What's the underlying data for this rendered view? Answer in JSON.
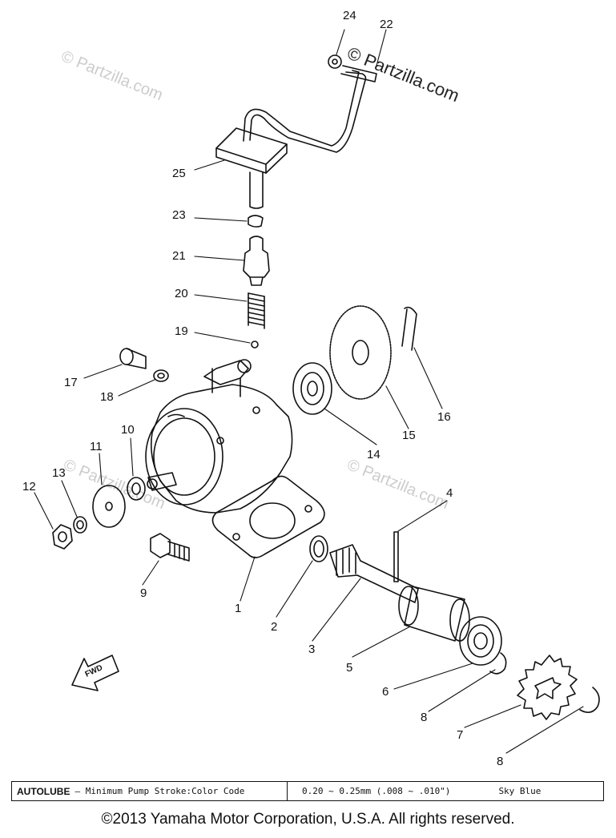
{
  "watermarks": {
    "top_left": "© Partzilla.com",
    "top_right": "© Partzilla.com",
    "middle_left": "© Partzilla.com",
    "middle_right": "© Partzilla.com"
  },
  "callouts": {
    "c1": "1",
    "c2": "2",
    "c3": "3",
    "c4": "4",
    "c5": "5",
    "c6": "6",
    "c7": "7",
    "c8a": "8",
    "c8b": "8",
    "c9": "9",
    "c10": "10",
    "c11": "11",
    "c12": "12",
    "c13": "13",
    "c14": "14",
    "c15": "15",
    "c16": "16",
    "c17": "17",
    "c18": "18",
    "c19": "19",
    "c20": "20",
    "c21": "21",
    "c22": "22",
    "c23": "23",
    "c24": "24",
    "c25": "25"
  },
  "fwd_label": "FWD",
  "spec_table": {
    "title": "AUTOLUBE",
    "label": "– Minimum Pump Stroke:Color Code",
    "value": "0.20 ~ 0.25mm (.008 ~ .010\")",
    "color_code": "Sky Blue"
  },
  "copyright": "©2013 Yamaha Motor Corporation, U.S.A. All rights reserved."
}
